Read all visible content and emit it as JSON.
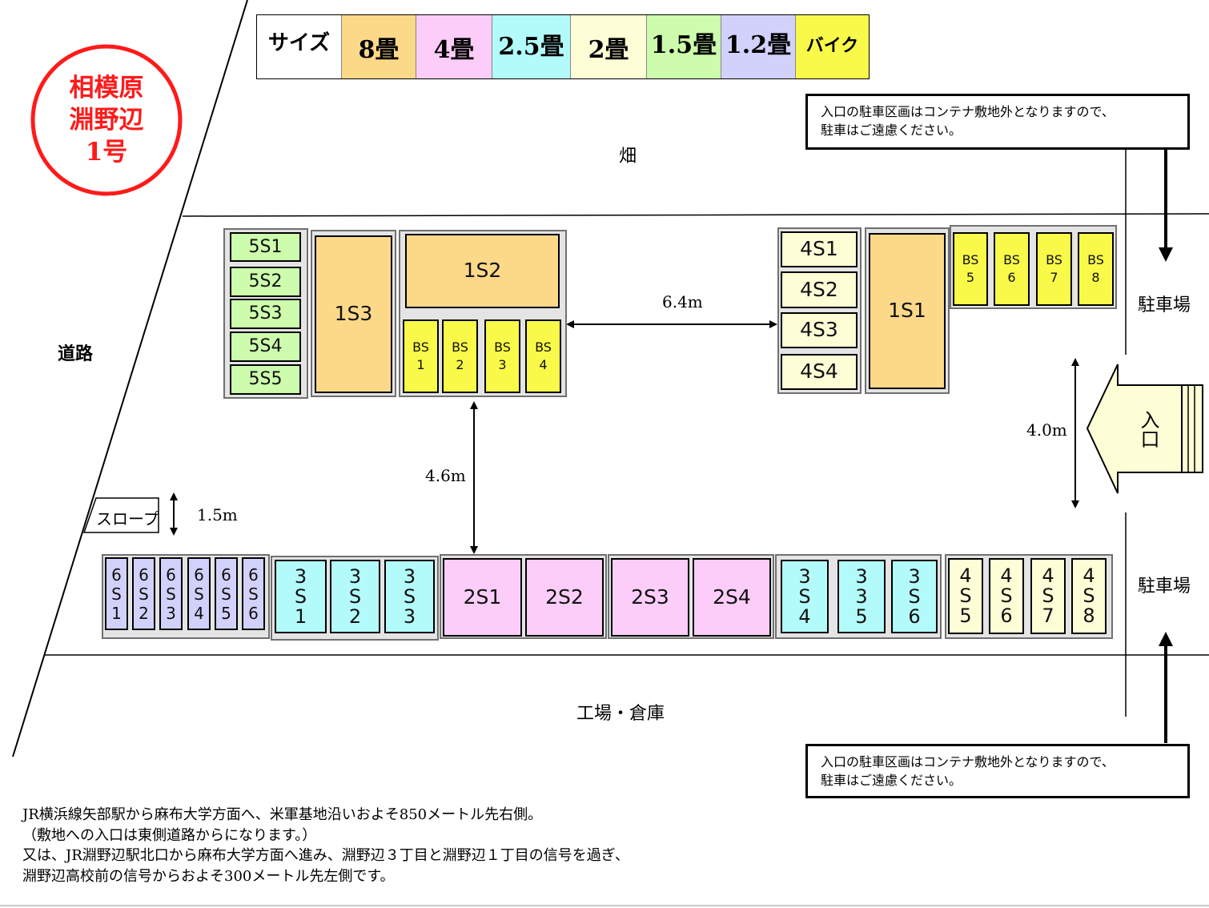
{
  "title": {
    "line1": "相模原",
    "line2": "淵野辺",
    "line3": "1号",
    "color": "#ff1a1a"
  },
  "legend": {
    "label": "サイズ",
    "items": [
      {
        "text": "8畳",
        "color": "#fcd889"
      },
      {
        "text": "4畳",
        "color": "#fbcdf8"
      },
      {
        "text": "2.5畳",
        "color": "#b3fbfb"
      },
      {
        "text": "2畳",
        "color": "#fdfdd6"
      },
      {
        "text": "1.5畳",
        "color": "#ccfcac"
      },
      {
        "text": "1.2畳",
        "color": "#d1d1fb"
      },
      {
        "text": "バイク",
        "color": "#f9f94a"
      }
    ]
  },
  "areas": {
    "field": "畑",
    "road": "道路",
    "factory": "工場・倉庫",
    "parking_top": "駐車場",
    "parking_bottom": "駐車場",
    "entrance": "入口"
  },
  "notices": {
    "top": [
      "入口の駐車区画はコンテナ敷地外となりますので、",
      "駐車はご遠慮ください。"
    ],
    "bottom": [
      "入口の駐車区画はコンテナ敷地外となりますので、",
      "駐車はご遠慮ください。"
    ]
  },
  "dimensions": {
    "d64": "6.4m",
    "d46": "4.6m",
    "d40": "4.0m",
    "d15": "1.5m"
  },
  "slope": "スロープ",
  "units": {
    "s5": [
      "5S1",
      "5S2",
      "5S3",
      "5S4",
      "5S5"
    ],
    "s1_3": "1S3",
    "s1_2": "1S2",
    "bs_left": [
      "BS\n1",
      "BS\n2",
      "BS\n3",
      "BS\n4"
    ],
    "s4_top": [
      "4S1",
      "4S2",
      "4S3",
      "4S4"
    ],
    "s1_1": "1S1",
    "bs_right": [
      "BS\n5",
      "BS\n6",
      "BS\n7",
      "BS\n8"
    ],
    "s6": [
      "6\nS\n1",
      "6\nS\n2",
      "6\nS\n3",
      "6\nS\n4",
      "6\nS\n5",
      "6\nS\n6"
    ],
    "s3_left": [
      "3\nS\n1",
      "3\nS\n2",
      "3\nS\n3"
    ],
    "s2": [
      "2S1",
      "2S2",
      "2S3",
      "2S4"
    ],
    "s3_right": [
      "3\nS\n4",
      "3\n3\n5",
      "3\nS\n6"
    ],
    "s4_bottom": [
      "4\nS\n5",
      "4\nS\n6",
      "4\nS\n7",
      "4\nS\n8"
    ]
  },
  "footer": [
    "JR横浜線矢部駅から麻布大学方面へ、米軍基地沿いおよそ850メートル先右側。",
    "（敷地への入口は東側道路からになります。）",
    "又は、JR淵野辺駅北口から麻布大学方面へ進み、淵野辺３丁目と淵野辺１丁目の信号を過ぎ、",
    "淵野辺高校前の信号からおよそ300メートル先左側です。"
  ]
}
